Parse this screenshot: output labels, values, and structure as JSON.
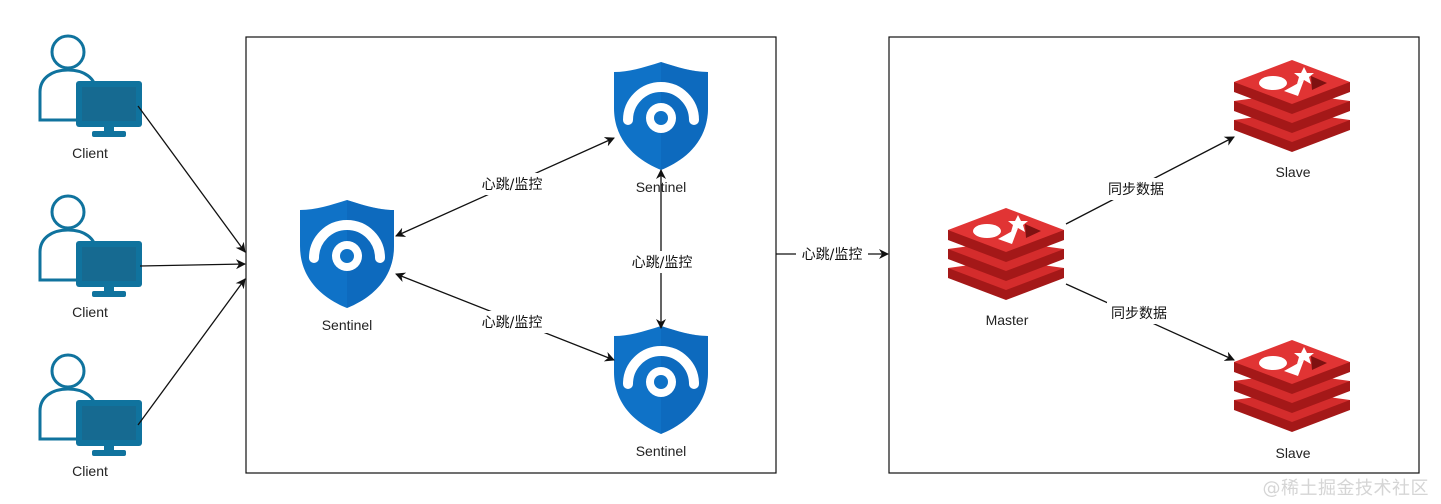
{
  "clients": [
    {
      "label": "Client"
    },
    {
      "label": "Client"
    },
    {
      "label": "Client"
    }
  ],
  "sentinels": [
    {
      "label": "Sentinel"
    },
    {
      "label": "Sentinel"
    },
    {
      "label": "Sentinel"
    }
  ],
  "redis": {
    "master": {
      "label": "Master"
    },
    "slaves": [
      {
        "label": "Slave"
      },
      {
        "label": "Slave"
      }
    ]
  },
  "edges": {
    "sentinel_left_top": "心跳/监控",
    "sentinel_left_bottom": "心跳/监控",
    "sentinel_top_bottom": "心跳/监控",
    "sentinel_to_redis": "心跳/监控",
    "master_to_slave_top": "同步数据",
    "master_to_slave_bottom": "同步数据"
  },
  "watermark": "@稀土掘金技术社区",
  "colors": {
    "client_icon": "#10739e",
    "sentinel_shield": "#0f72c7",
    "redis_red": "#c81e1e"
  }
}
